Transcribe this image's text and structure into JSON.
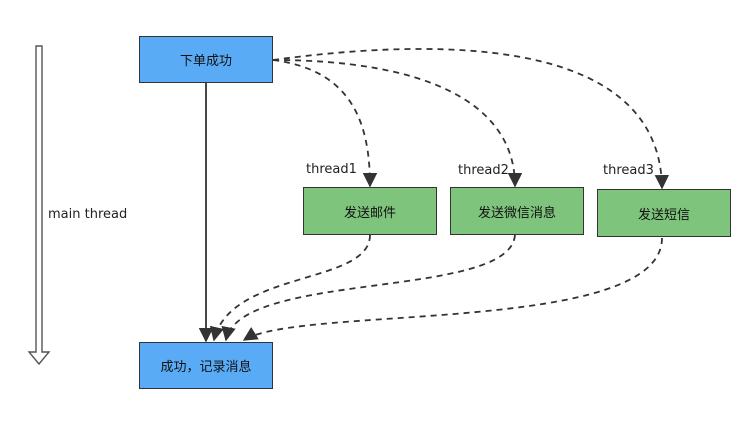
{
  "colors": {
    "start_box": "#5aabf5",
    "end_box": "#5aabf5",
    "task_box": "#7ec47c",
    "line": "#333333"
  },
  "nodes": {
    "start": "下单成功",
    "end": "成功，记录消息",
    "task1": "发送邮件",
    "task2": "发送微信消息",
    "task3": "发送短信"
  },
  "labels": {
    "main_thread": "main thread",
    "thread1": "thread1",
    "thread2": "thread2",
    "thread3": "thread3"
  }
}
